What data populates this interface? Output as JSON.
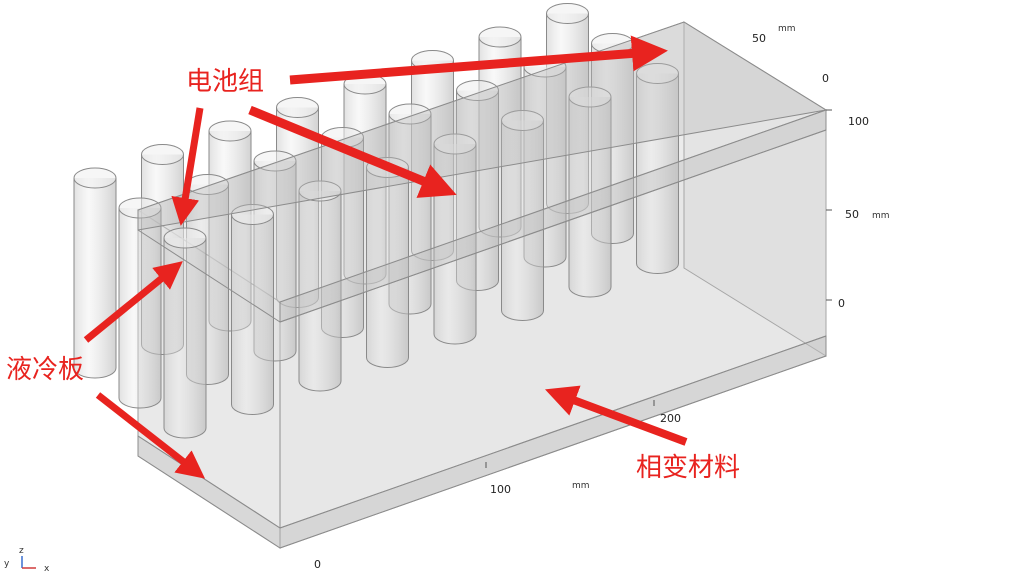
{
  "annotations": {
    "battery_pack": "电池组",
    "liquid_cooling_plate": "液冷板",
    "phase_change_material": "相变材料"
  },
  "axis_ticks": {
    "right_top": [
      "50",
      "0",
      "100"
    ],
    "right_mid": [
      "50",
      "0"
    ],
    "bottom": [
      "200",
      "100",
      "0"
    ],
    "unit": "mm"
  },
  "triad": {
    "y": "y",
    "z": "z",
    "x": "x"
  },
  "colors": {
    "arrow": "#e8231f",
    "box_fill": "#d7d7d7",
    "edge": "#9a9a9a"
  }
}
